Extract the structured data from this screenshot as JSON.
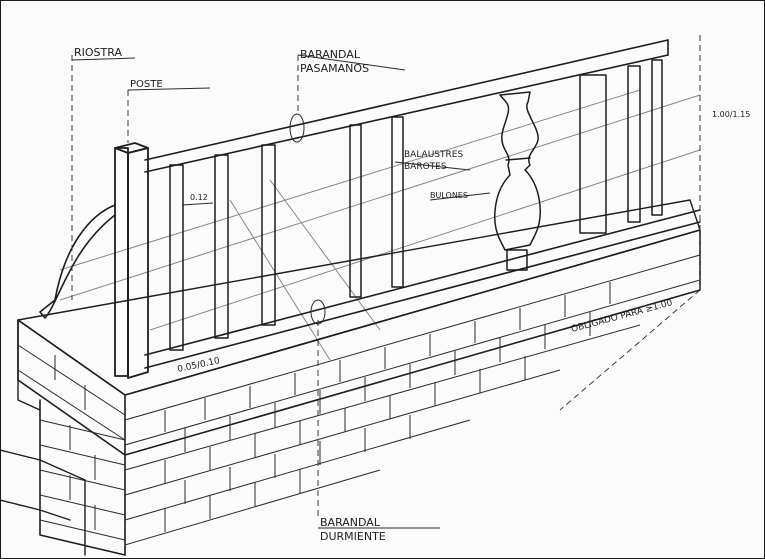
{
  "labels": {
    "riostra": "RIOSTRA",
    "poste": "POSTE",
    "barandal_pasamanos_1": "BARANDAL",
    "barandal_pasamanos_2": "PASAMANOS",
    "balaustres_1": "BALAUSTRES",
    "balaustres_2": "BAROTES",
    "bulones": "BULONES",
    "spacing": "0.12",
    "height": "1.00/1.15",
    "gap": "0.05/0.10",
    "required": "OBLIGADO PARA ≥1.00",
    "barandal_durmiente_1": "BARANDAL",
    "barandal_durmiente_2": "DURMIENTE"
  },
  "colors": {
    "ink": "#1d1d1d",
    "paper": "#fbfbfb",
    "frame": "#1a1a1a"
  }
}
